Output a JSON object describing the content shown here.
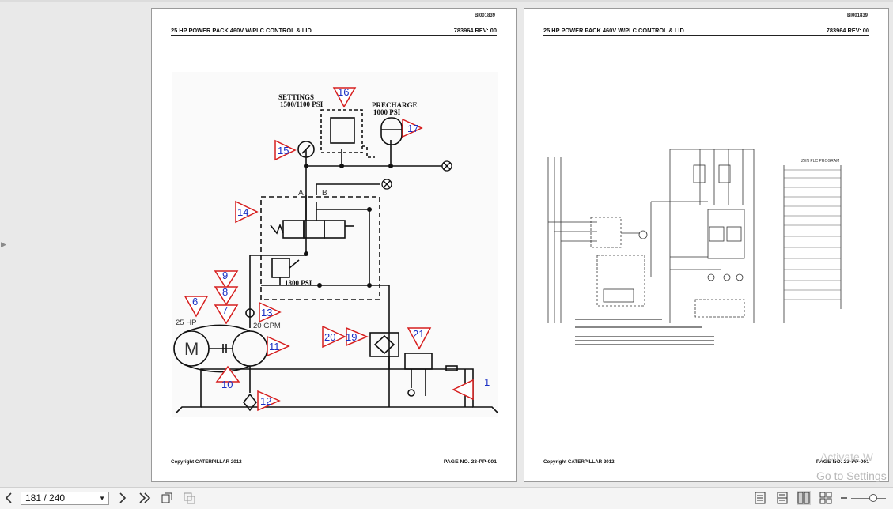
{
  "viewer": {
    "page_indicator": "181 / 240",
    "zoom_level": 0.45
  },
  "pages": [
    {
      "doc_id": "BI001839",
      "header_title": "25 HP POWER PACK 460V W/PLC CONTROL & LID",
      "header_number": "783964   REV:   00",
      "footer_copyright": "Copyright CATERPILLAR 2012",
      "footer_page": "PAGE NO.   23-PP-001",
      "diagram": {
        "settings_label": "SETTINGS",
        "settings_value": "1500/1100  PSI",
        "precharge_label": "PRECHARGE",
        "precharge_value": "1000  PSI",
        "relief_value": "1800  PSI",
        "port_a": "A",
        "port_b": "B",
        "motor_hp": "25  HP",
        "motor_symbol": "M",
        "pump_flow": "20  GPM",
        "callouts": [
          "16",
          "17",
          "15",
          "14",
          "9",
          "8",
          "7",
          "6",
          "13",
          "11",
          "10",
          "12",
          "20",
          "19",
          "21",
          "1"
        ]
      }
    },
    {
      "doc_id": "BI001839",
      "header_title": "25 HP POWER PACK 460V W/PLC CONTROL & LID",
      "header_number": "783964   REV:   00",
      "footer_copyright": "Copyright CATERPILLAR 2012",
      "footer_page": "PAGE NO.   23-PP-001",
      "schematic": {
        "plc_program_title": "ZEN PLC PROGRAM"
      }
    }
  ],
  "watermark": {
    "line1": "Activate W",
    "line2": "Go to Settings"
  },
  "icons": [
    "left-expand-icon",
    "prev-page-icon",
    "next-page-icon",
    "last-page-icon",
    "rotate-icon",
    "copy-icon",
    "single-page-icon",
    "continuous-icon",
    "two-page-icon",
    "two-page-continuous-icon",
    "zoom-out-icon",
    "zoom-in-icon"
  ]
}
